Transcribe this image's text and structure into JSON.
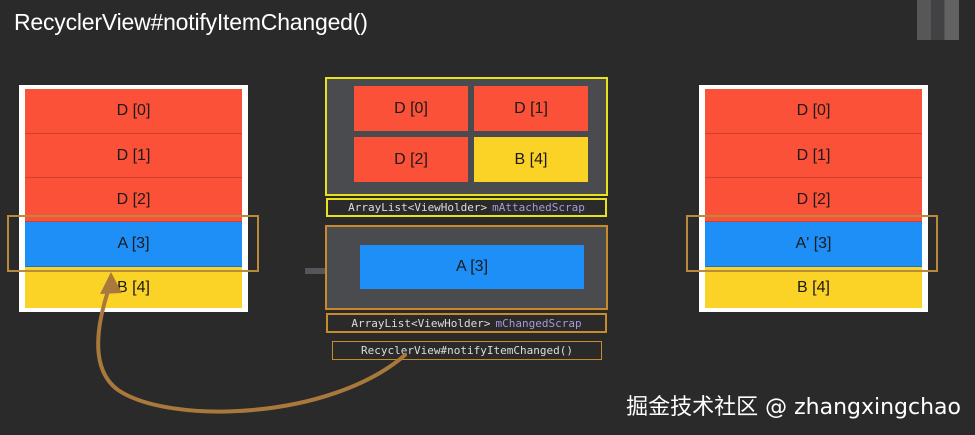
{
  "title": "RecyclerView#notifyItemChanged()",
  "colors": {
    "red": "#fb5138",
    "blue": "#1e8ff7",
    "yellow": "#fbd326",
    "attached_border": "#e8e21e",
    "changed_border": "#c98a2c",
    "arrow": "#a9793c"
  },
  "left_list": {
    "items": [
      "D [0]",
      "D [1]",
      "D [2]",
      "A [3]",
      "B [4]"
    ]
  },
  "attached_scrap": {
    "items": [
      "D [0]",
      "D [1]",
      "D [2]",
      "B [4]"
    ],
    "type_label": "ArrayList<ViewHolder>",
    "field_label": "mAttachedScrap"
  },
  "changed_scrap": {
    "items": [
      "A [3]"
    ],
    "type_label": "ArrayList<ViewHolder>",
    "field_label": "mChangedScrap"
  },
  "method_label": "RecyclerView#notifyItemChanged()",
  "right_list": {
    "items": [
      "D [0]",
      "D [1]",
      "D [2]",
      "A' [3]",
      "B [4]"
    ]
  },
  "watermark": "掘金技术社区 @ zhangxingchao"
}
